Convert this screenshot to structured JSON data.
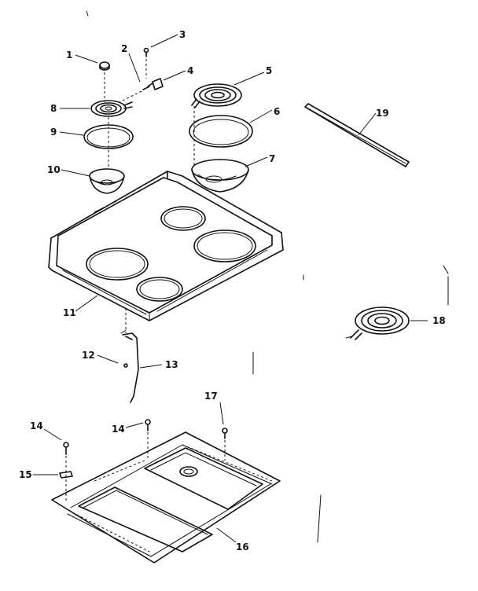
{
  "labels": {
    "l1": "1",
    "l2": "2",
    "l3": "3",
    "l4": "4",
    "l5": "5",
    "l6": "6",
    "l7": "7",
    "l8": "8",
    "l9": "9",
    "l10": "10",
    "l11": "11",
    "l12": "12",
    "l13": "13",
    "l14a": "14",
    "l14b": "14",
    "l15": "15",
    "l16": "16",
    "l17": "17",
    "l18": "18",
    "l19": "19"
  }
}
